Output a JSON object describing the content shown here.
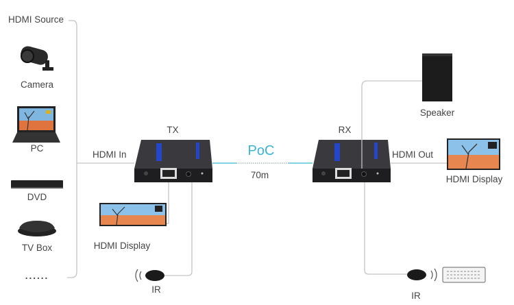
{
  "sources": {
    "title": "HDMI Source",
    "items": [
      {
        "label": "Camera",
        "icon": "camera-icon"
      },
      {
        "label": "PC",
        "icon": "laptop-icon"
      },
      {
        "label": "DVD",
        "icon": "dvd-player-icon"
      },
      {
        "label": "TV Box",
        "icon": "tv-box-icon"
      }
    ],
    "more": "......"
  },
  "tx": {
    "label": "TX",
    "input_label": "HDMI In",
    "display_label": "HDMI Display",
    "ir_label": "IR"
  },
  "link": {
    "label": "PoC",
    "distance": "70m",
    "color": "#3ab4d8"
  },
  "rx": {
    "label": "RX",
    "output_label": "HDMI Out",
    "display_label": "HDMI Display",
    "speaker_label": "Speaker",
    "ir_label": "IR"
  }
}
